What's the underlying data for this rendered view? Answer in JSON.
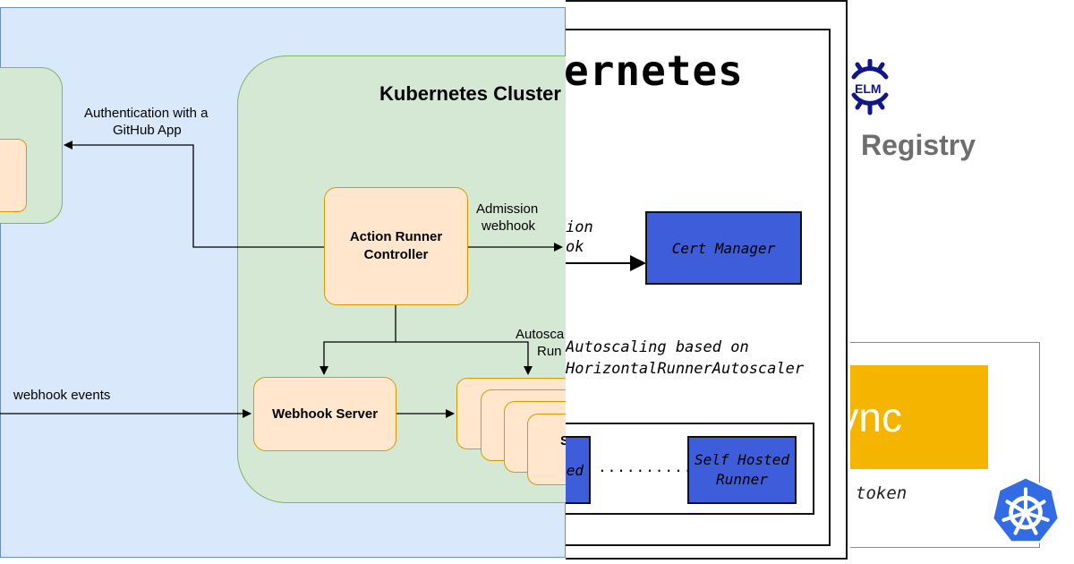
{
  "panel1": {
    "cluster_title": "Kubernetes Cluster",
    "auth_label_line1": "Authentication with a",
    "auth_label_line2": "GitHub App",
    "admission_line1": "Admission",
    "admission_line2": "webhook",
    "autoscale_line1": "Autosca",
    "autoscale_line2": "Run",
    "webhook_events": "webhook events",
    "controller_line1": "Action Runner",
    "controller_line2": "Controller",
    "webhook_server": "Webhook Server",
    "runner_partial": "S",
    "colors": {
      "background": "#dae8fc",
      "group": "#d5e8d4",
      "node": "#ffe6cc"
    }
  },
  "panel2": {
    "title": "ernetes",
    "admission_partial_line1": "ion",
    "admission_partial_line2": "ok",
    "cert_manager": "Cert Manager",
    "autoscale_line1": "Autoscaling based on",
    "autoscale_line2": "HorizontalRunnerAutoscaler",
    "runner_partial": "ed",
    "dots": "..........",
    "runner_line1": "Self Hosted",
    "runner_line2": "Runner",
    "colors": {
      "runner": "#3e5ddb"
    }
  },
  "panel3": {
    "helm_text": "ELM",
    "registry": "Registry",
    "sync_partial": "ync",
    "token_partial": "token",
    "icons": [
      "helm-icon",
      "kubernetes-icon"
    ],
    "colors": {
      "helm": "#0f1689",
      "sync": "#f4b400",
      "kubernetes": "#326ce5"
    }
  }
}
